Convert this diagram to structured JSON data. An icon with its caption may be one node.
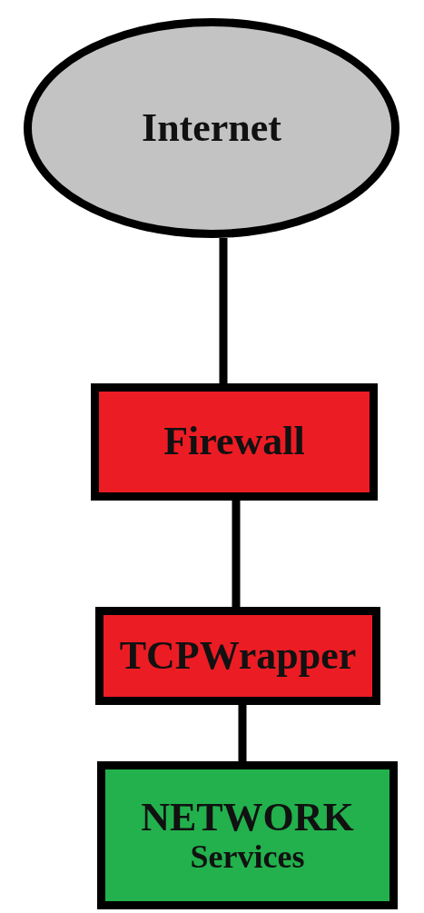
{
  "diagram": {
    "nodes": [
      {
        "text": [
          "Internet"
        ]
      },
      {
        "text": [
          "Firewall"
        ]
      },
      {
        "text": [
          "TCPWrapper"
        ]
      },
      {
        "text": [
          "NETWORK",
          "Services"
        ]
      }
    ],
    "edges": [
      {
        "from": 0,
        "to": 1,
        "arrow": "none"
      },
      {
        "from": 1,
        "to": 2,
        "arrow": "none"
      },
      {
        "from": 2,
        "to": 3,
        "arrow": "none"
      }
    ]
  }
}
